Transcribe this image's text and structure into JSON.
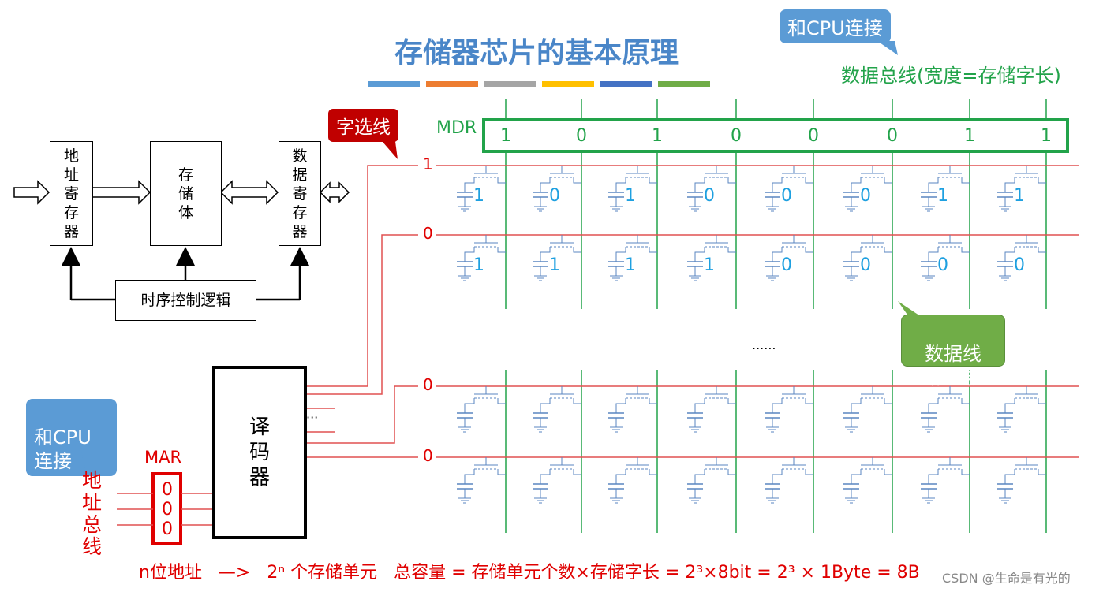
{
  "title": "存储器芯片的基本原理",
  "color_strip": [
    "#5b9bd5",
    "#ed7d31",
    "#a5a5a5",
    "#ffc000",
    "#4472c4",
    "#70ad47"
  ],
  "block_diagram": {
    "address_register": "地址寄存器",
    "memory_body": "存储体",
    "data_register": "数据寄存器",
    "timing_logic": "时序控制逻辑"
  },
  "callouts": {
    "cpu_top": "和CPU连接",
    "cpu_left": "和CPU\n连接",
    "word_select": "字选线",
    "data_line": "数据线\n（位线）"
  },
  "labels": {
    "data_bus": "数据总线(宽度=存储字长)",
    "mdr": "MDR",
    "mar": "MAR",
    "address_bus": "地址总线",
    "decoder": "译码器",
    "decoder_dots": "···",
    "row_dots": "......",
    "bottom_formula": "n位地址   —>   2ⁿ 个存储单元   总容量 = 存储单元个数×存储字长 = 2³×8bit = 2³ × 1Byte = 8B",
    "watermark": "CSDN @生命是有光的"
  },
  "mdr_bits": [
    "1",
    "0",
    "1",
    "0",
    "0",
    "0",
    "1",
    "1"
  ],
  "mar_bits": [
    "0",
    "0",
    "0"
  ],
  "word_line_values": [
    "1",
    "0",
    "0",
    "0"
  ],
  "cell_rows": [
    [
      "1",
      "0",
      "1",
      "0",
      "0",
      "0",
      "1",
      "1"
    ],
    [
      "1",
      "1",
      "1",
      "1",
      "0",
      "0",
      "0",
      "0"
    ],
    [
      "",
      "",
      "",
      "",
      "",
      "",
      "",
      ""
    ],
    [
      "",
      "",
      "",
      "",
      "",
      "",
      "",
      ""
    ]
  ],
  "colors": {
    "title": "#4a86c8",
    "word_line": "#e05050",
    "bit_line": "#22a34a",
    "cell": "#5a86c0",
    "callout_blue": "#5b9bd5",
    "callout_red": "#c00000",
    "callout_green": "#70ad47"
  }
}
